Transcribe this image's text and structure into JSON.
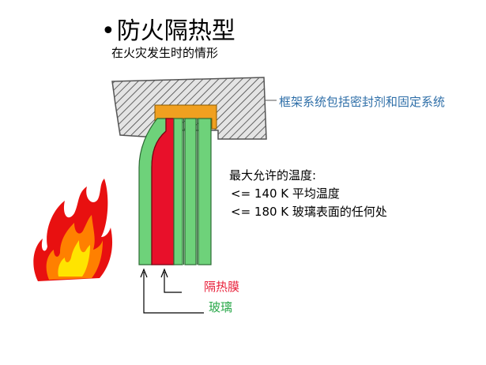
{
  "title": {
    "bullet": "•",
    "text": "防火隔热型"
  },
  "subtitle": "在火灾发生时的情形",
  "frame_label": "框架系统包括密封剂和固定系统",
  "temperature": {
    "heading": "最大允许的温度:",
    "lines": [
      "<= 140 K 平均温度",
      "<= 180 K 玻璃表面的任何处"
    ]
  },
  "legend": {
    "film": "隔热膜",
    "glass": "玻璃"
  },
  "colors": {
    "frame_hatch": "#444444",
    "frame_fill": "#cfcfcf",
    "sealant": "#f0a020",
    "glass": "#6ed27a",
    "film": "#e8102a",
    "frame_label": "#2f6fa8",
    "film_label": "#e8203a",
    "glass_label": "#2aa84a",
    "flame_outer": "#e81010",
    "flame_mid": "#ff8000",
    "flame_inner": "#ffe400"
  },
  "icons": {
    "fire": "flame-icon",
    "pointer_arrows": "arrow-up-icon"
  }
}
